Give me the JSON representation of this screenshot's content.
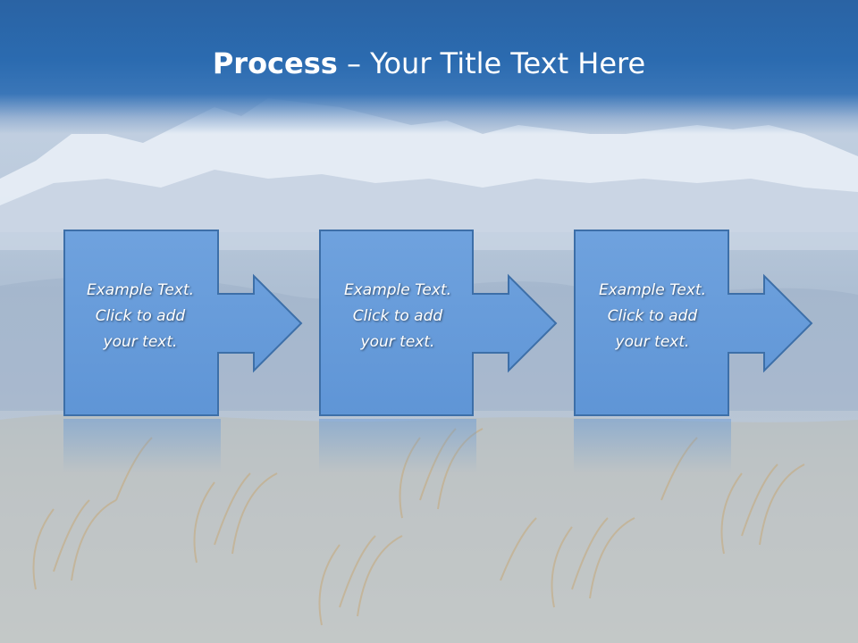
{
  "slide": {
    "title_bold": "Process",
    "title_rest": " – Your Title Text Here"
  },
  "steps": [
    {
      "line1": "Example Text.",
      "line2": "Click  to add",
      "line3": "your text."
    },
    {
      "line1": "Example Text.",
      "line2": "Click  to add",
      "line3": "your text."
    },
    {
      "line1": "Example Text.",
      "line2": "Click  to add",
      "line3": "your text."
    }
  ],
  "colors": {
    "title_band": "#2b6bb0",
    "box_fill": "#6a9fdc",
    "box_stroke": "#3d6fa8",
    "text": "#ffffff"
  }
}
